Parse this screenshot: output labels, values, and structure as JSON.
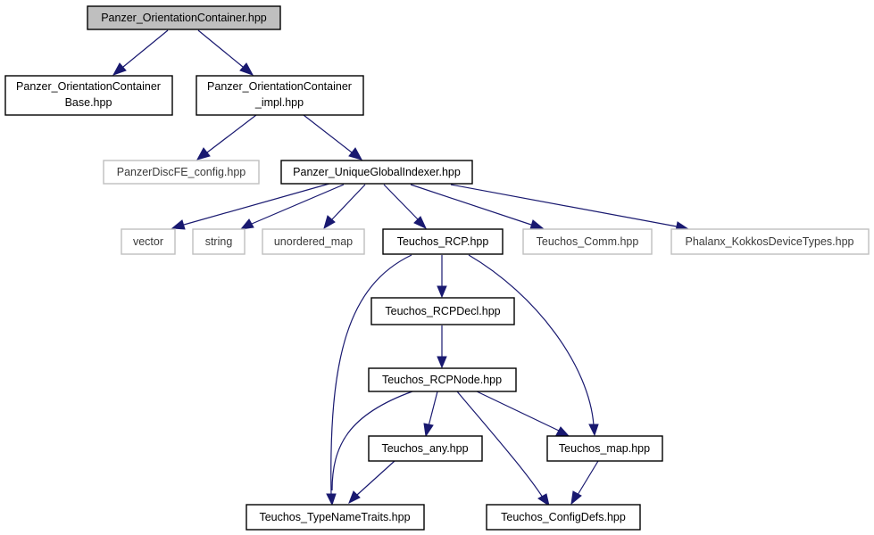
{
  "nodes": {
    "root": {
      "label": "Panzer_OrientationContainer.hpp"
    },
    "base": {
      "label_line1": "Panzer_OrientationContainer",
      "label_line2": "Base.hpp"
    },
    "impl": {
      "label_line1": "Panzer_OrientationContainer",
      "label_line2": "_impl.hpp"
    },
    "config": {
      "label": "PanzerDiscFE_config.hpp"
    },
    "indexer": {
      "label": "Panzer_UniqueGlobalIndexer.hpp"
    },
    "vector": {
      "label": "vector"
    },
    "string": {
      "label": "string"
    },
    "umap": {
      "label": "unordered_map"
    },
    "rcp": {
      "label": "Teuchos_RCP.hpp"
    },
    "comm": {
      "label": "Teuchos_Comm.hpp"
    },
    "kokkos": {
      "label": "Phalanx_KokkosDeviceTypes.hpp"
    },
    "rcpdecl": {
      "label": "Teuchos_RCPDecl.hpp"
    },
    "rcpnode": {
      "label": "Teuchos_RCPNode.hpp"
    },
    "any": {
      "label": "Teuchos_any.hpp"
    },
    "map": {
      "label": "Teuchos_map.hpp"
    },
    "typename": {
      "label": "Teuchos_TypeNameTraits.hpp"
    },
    "configdefs": {
      "label": "Teuchos_ConfigDefs.hpp"
    }
  },
  "colors": {
    "edge": "#191970",
    "root_fill": "#bfbfbf",
    "external_border": "#bfbfbf",
    "border": "#000000"
  }
}
